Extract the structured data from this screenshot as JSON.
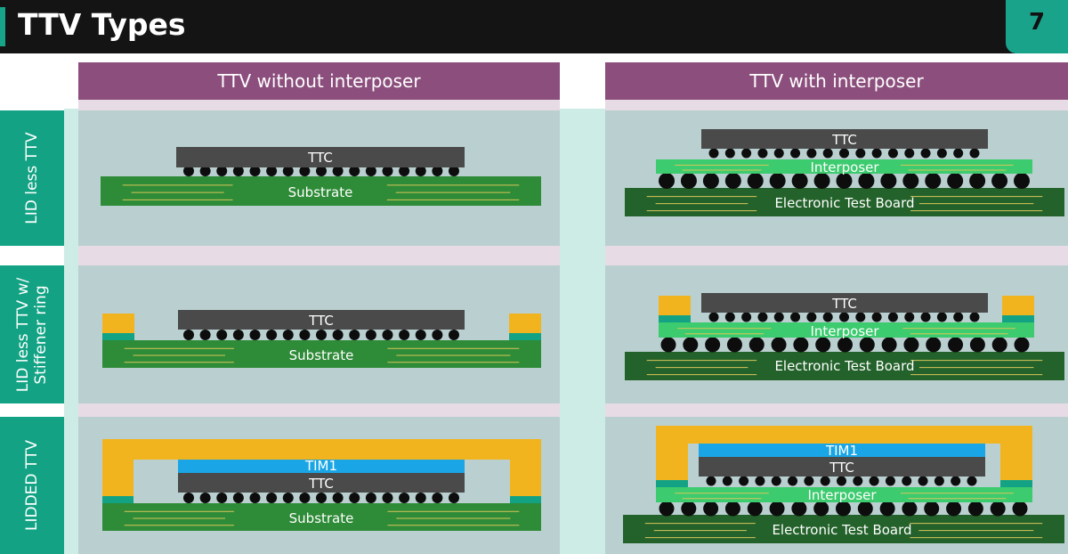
{
  "header": {
    "title": "TTV Types",
    "page_number": "7"
  },
  "columns": [
    {
      "label": "TTV without interposer"
    },
    {
      "label": "TTV with interposer"
    }
  ],
  "rows": [
    {
      "label": "LID less TTV"
    },
    {
      "label": "LID less TTV w/ Stiffener ring"
    },
    {
      "label": "LIDDED TTV"
    }
  ],
  "components": {
    "ttc": "TTC",
    "substrate": "Substrate",
    "interposer": "Interposer",
    "test_board": "Electronic Test Board",
    "tim1": "TIM1"
  },
  "colors": {
    "header_bg": "#141414",
    "accent_teal": "#13a384",
    "column_header": "#8c4f7d",
    "panel": "#bad0d0",
    "ttc": "#4a4a4a",
    "substrate": "#2e8b37",
    "interposer": "#3ccb6e",
    "test_board": "#23622a",
    "stiffener": "#f2b41e",
    "tim": "#1aa6e6",
    "solder": "#0d0d0d"
  }
}
